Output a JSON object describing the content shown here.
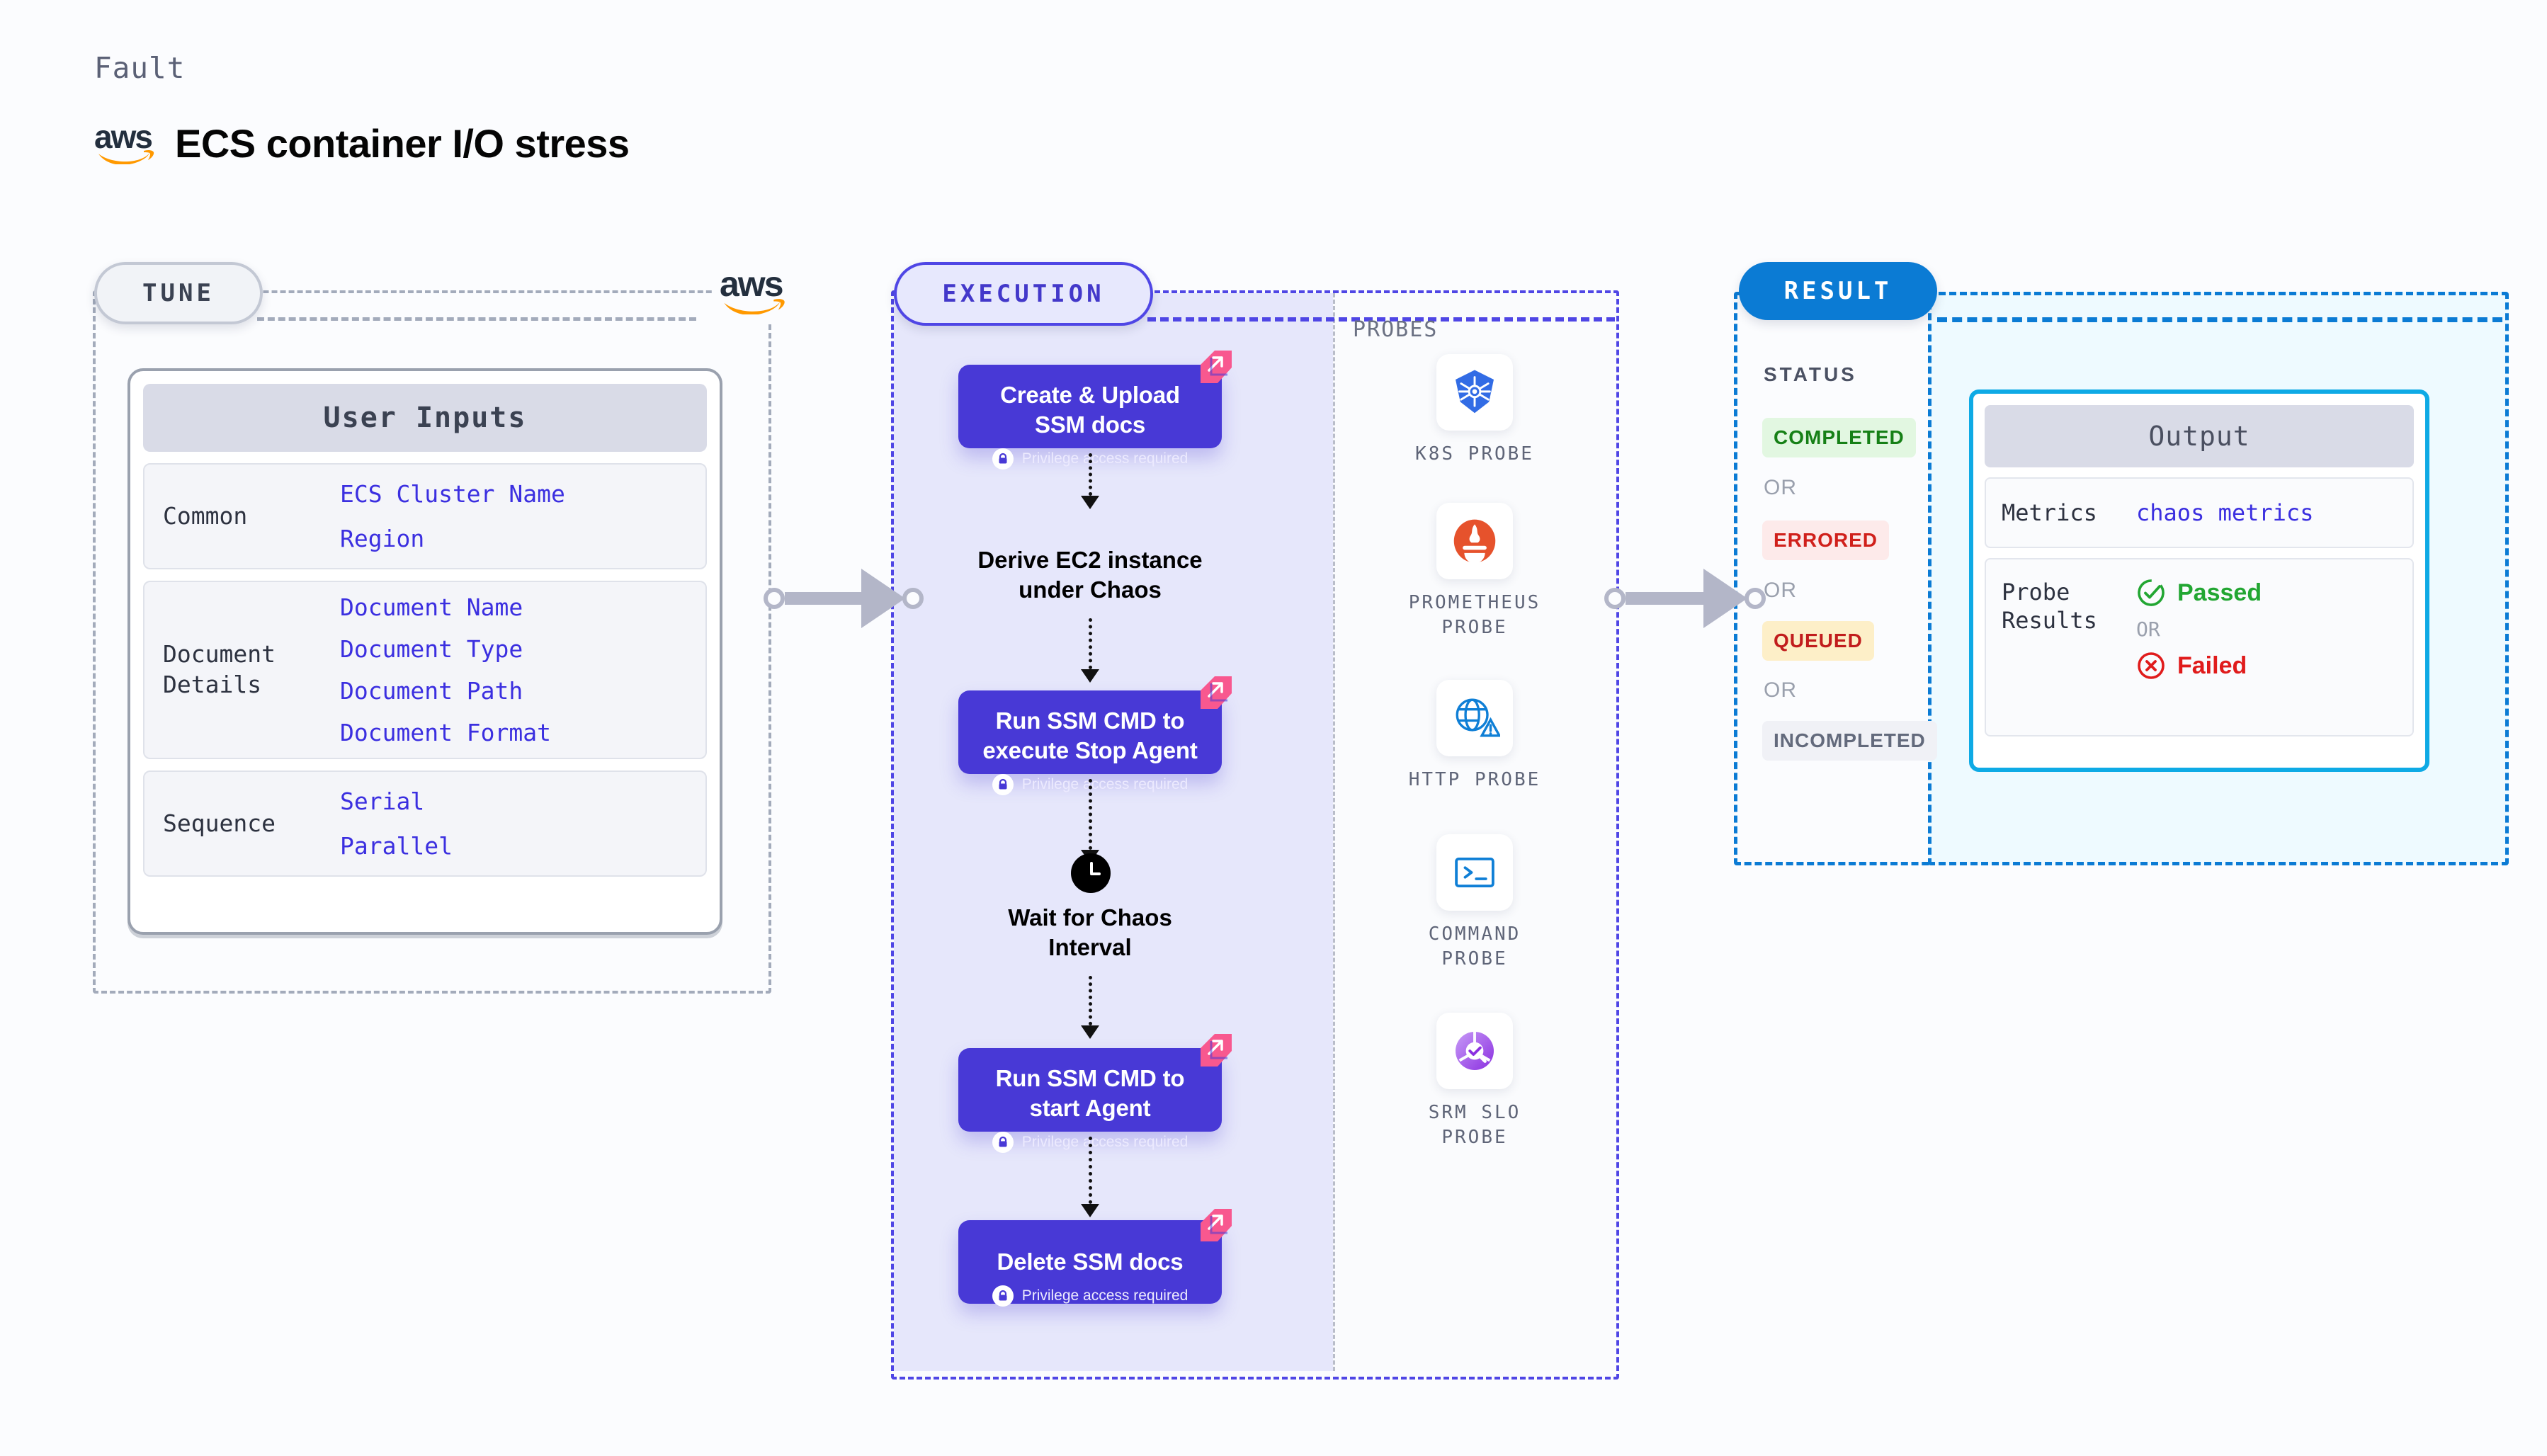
{
  "header": {
    "eyebrow": "Fault",
    "title": "ECS container I/O stress",
    "logo_icon": "aws-logo"
  },
  "stages": {
    "tune": {
      "label": "TUNE",
      "badge_icon": "aws-logo"
    },
    "execution": {
      "label": "EXECUTION"
    },
    "result": {
      "label": "RESULT"
    }
  },
  "tune": {
    "card_title": "User Inputs",
    "groups": [
      {
        "label": "Common",
        "values": [
          "ECS Cluster Name",
          "Region"
        ]
      },
      {
        "label": "Document\nDetails",
        "label_l1": "Document",
        "label_l2": "Details",
        "values": [
          "Document Name",
          "Document Type",
          "Document Path",
          "Document Format"
        ]
      },
      {
        "label": "Sequence",
        "values": [
          "Serial",
          "Parallel"
        ]
      }
    ]
  },
  "execution": {
    "privilege_note": "Privilege access required",
    "steps": [
      {
        "kind": "node",
        "line1": "Create & Upload",
        "line2": "SSM docs",
        "privileged": true,
        "icon": "litmus-badge-icon"
      },
      {
        "kind": "text",
        "line1": "Derive EC2 instance",
        "line2": "under Chaos"
      },
      {
        "kind": "node",
        "line1": "Run SSM CMD to",
        "line2": "execute Stop Agent",
        "privileged": true,
        "icon": "litmus-badge-icon"
      },
      {
        "kind": "wait",
        "line1": "Wait for Chaos",
        "line2": "Interval",
        "icon": "clock-icon"
      },
      {
        "kind": "node",
        "line1": "Run SSM CMD to",
        "line2": "start Agent",
        "privileged": true,
        "icon": "litmus-badge-icon"
      },
      {
        "kind": "node",
        "line1": "Delete SSM docs",
        "line2": "",
        "privileged": true,
        "icon": "litmus-badge-icon"
      }
    ]
  },
  "probes": {
    "title": "PROBES",
    "items": [
      {
        "label_l1": "K8S  PROBE",
        "label_l2": "",
        "icon": "kubernetes-icon"
      },
      {
        "label_l1": "PROMETHEUS",
        "label_l2": "PROBE",
        "icon": "prometheus-icon"
      },
      {
        "label_l1": "HTTP  PROBE",
        "label_l2": "",
        "icon": "http-globe-warning-icon"
      },
      {
        "label_l1": "COMMAND",
        "label_l2": "PROBE",
        "icon": "terminal-icon"
      },
      {
        "label_l1": "SRM  SLO",
        "label_l2": "PROBE",
        "icon": "srm-slo-icon"
      }
    ]
  },
  "result": {
    "status_label": "STATUS",
    "or_label": "OR",
    "statuses": [
      {
        "text": "COMPLETED",
        "bg": "#e2f7e1",
        "fg": "#168016"
      },
      {
        "text": "ERRORED",
        "bg": "#fdeaea",
        "fg": "#d0201b"
      },
      {
        "text": "QUEUED",
        "bg": "#fdefc8",
        "fg": "#c11d1d"
      },
      {
        "text": "INCOMPLETED",
        "bg": "#f0f1f6",
        "fg": "#636a7c"
      }
    ]
  },
  "output": {
    "card_title": "Output",
    "metrics_label": "Metrics",
    "metrics_value": "chaos metrics",
    "probe_label_l1": "Probe",
    "probe_label_l2": "Results",
    "passed_text": "Passed",
    "failed_text": "Failed",
    "or_label": "OR",
    "passed_icon": "check-circle-icon",
    "failed_icon": "x-circle-icon"
  },
  "colors": {
    "execution_purple": "#4839d6",
    "result_blue": "#0b7bd4",
    "output_cyan": "#0eaae5",
    "litmus_pink": "#f8588f",
    "input_value_blue": "#3b2fe0",
    "passed_green": "#22a632",
    "failed_red": "#e01b1b"
  }
}
